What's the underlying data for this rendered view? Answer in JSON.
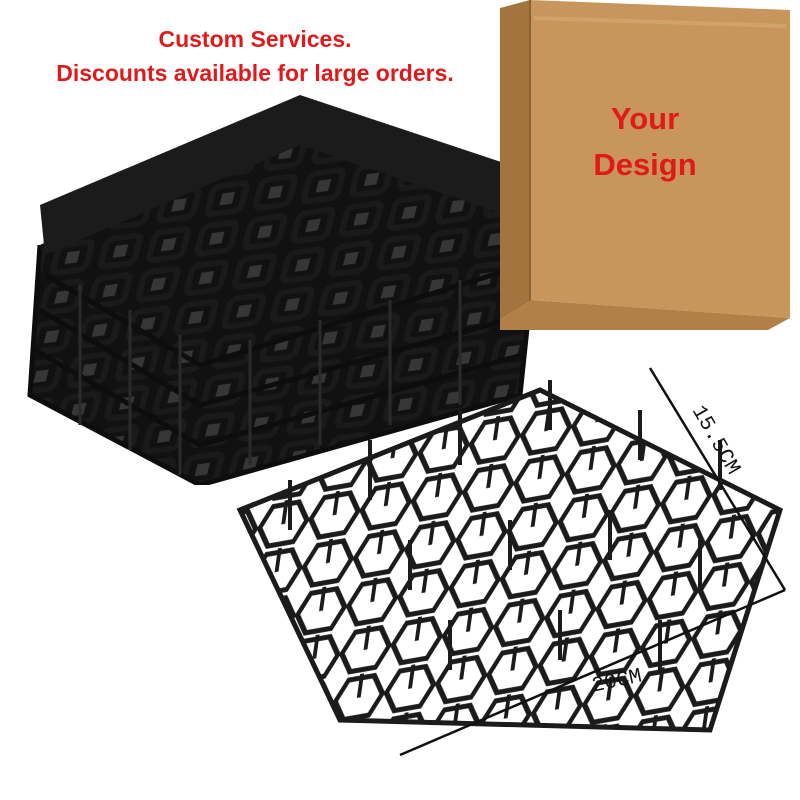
{
  "promo": {
    "line1": "Custom Services.",
    "line2": "Discounts available for large orders."
  },
  "box": {
    "line1": "Your",
    "line2": "Design",
    "color_cardboard": "#c8955c"
  },
  "dimensions": {
    "width": "20CM",
    "height": "15.5CM"
  },
  "colors": {
    "accent_text": "#e01a1a",
    "product": "#1b1b1b"
  }
}
